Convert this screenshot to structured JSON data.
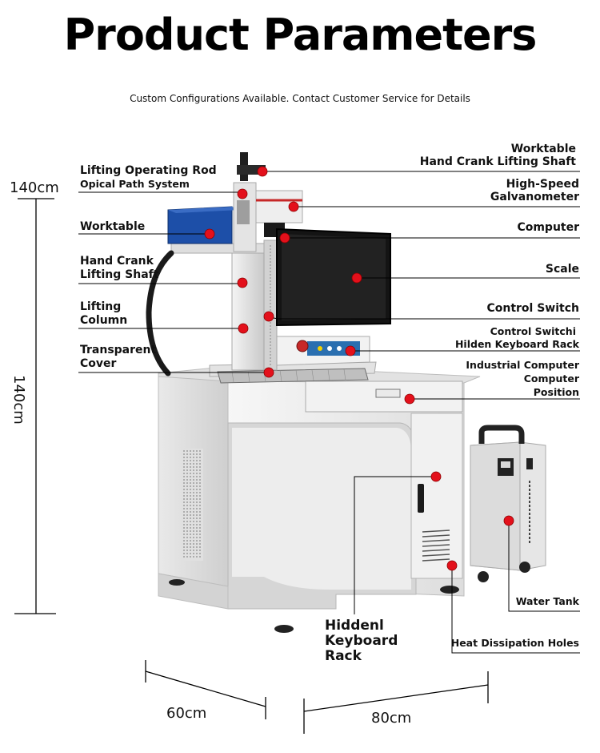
{
  "header": {
    "title": "Product Parameters",
    "subtitle": "Custom Configurations Available. Contact Customer Service for Details"
  },
  "dimensions": {
    "height_top": "140cm",
    "height_side": "140cm",
    "depth": "60cm",
    "width": "80cm"
  },
  "left_labels": {
    "lifting_rod": "Lifting Operating Rod",
    "optical_path": "Opical Path System",
    "worktable": "Worktable",
    "hand_crank_1": "Hand Crank",
    "hand_crank_2": "Lifting Shaft",
    "lifting_1": "Lifting",
    "lifting_2": "Column",
    "transparent_1": "Transparent",
    "transparent_2": "Cover"
  },
  "right_labels": {
    "worktable": "Worktable",
    "hand_crank": "Hand Crank Lifting Shaft",
    "high_speed": "High-Speed",
    "galvanometer": "Galvanometer",
    "computer": "Computer",
    "scale": "Scale",
    "control_switch": "Control Switch",
    "control_switch_sm": "Control Switchi",
    "hidden_keyboard_sm": "Hilden Keyboard Rack",
    "industrial_computer": "Industrial Computer",
    "computer_2": "Computer",
    "position": "Position",
    "water_tank": "Water Tank",
    "heat_holes": "Heat Dissipation Holes"
  },
  "bottom_labels": {
    "hidden_1": "Hiddenl",
    "hidden_2": "Keyboard",
    "hidden_3": "Rack"
  },
  "colors": {
    "marker": "#e3101b",
    "machine_body": "#eeeeee",
    "laser_head_blue": "#1d4fa8",
    "monitor": "#141414",
    "line": "#000000"
  }
}
